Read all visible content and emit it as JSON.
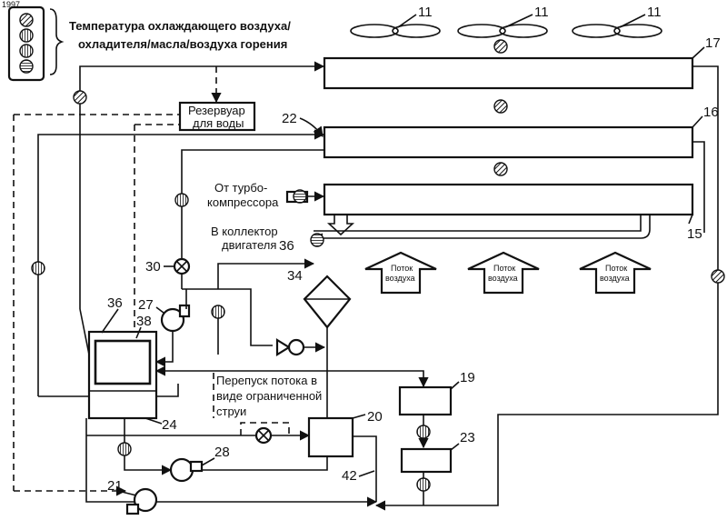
{
  "legend": {
    "corner_mark": "1997",
    "title_line1": "Температура охлаждающего воздуха/",
    "title_line2": "охладителя/масла/воздуха горения"
  },
  "labels": {
    "water_tank_line1": "Резервуар",
    "water_tank_line2": "для воды",
    "turbo_line1": "От турбо-",
    "turbo_line2": "компрессора",
    "collector_line1": "В коллектор",
    "collector_line2": "двигателя",
    "bypass_line1": "Перепуск потока в",
    "bypass_line2": "виде ограниченной",
    "bypass_line3": "струи",
    "airflow_line1": "Поток",
    "airflow_line2": "воздуха"
  },
  "numbers": {
    "fan": "11",
    "n17": "17",
    "n16": "16",
    "n15": "15",
    "n22": "22",
    "n30": "30",
    "n27": "27",
    "n36": "36",
    "n38": "38",
    "n34": "34",
    "n24": "24",
    "n19": "19",
    "n20": "20",
    "n23": "23",
    "n28": "28",
    "n21": "21",
    "n42": "42"
  },
  "colors": {
    "line": "#111111",
    "background": "#ffffff"
  }
}
